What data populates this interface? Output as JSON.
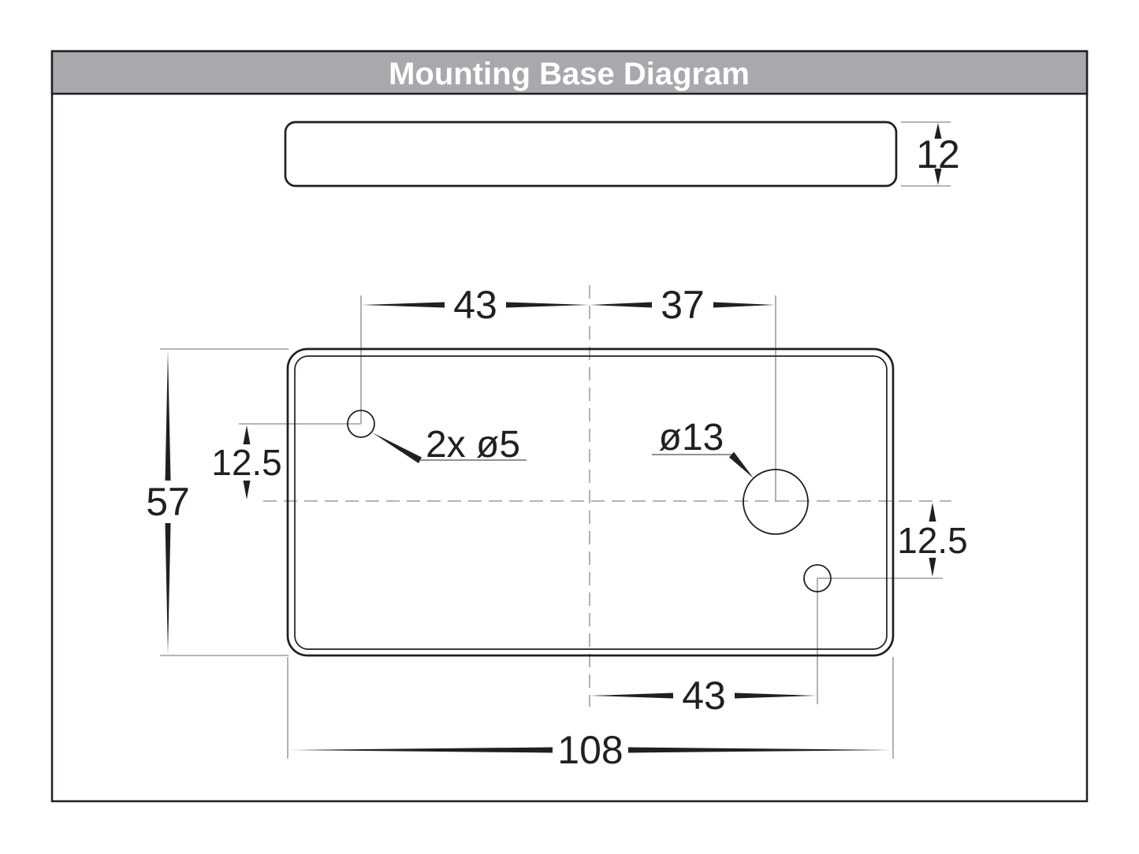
{
  "title": "Mounting Base Diagram",
  "colors": {
    "header_bg": "#a8a9ad",
    "header_text": "#ffffff",
    "line": "#231f20",
    "thin_line": "#87898c"
  },
  "side_view": {
    "thickness": "12"
  },
  "plan_view": {
    "top_spacing_left": "43",
    "top_spacing_right": "37",
    "overall_height": "57",
    "left_hole_offset": "12.5",
    "right_hole_offset": "12.5",
    "bottom_spacing": "43",
    "overall_width": "108",
    "screw_holes_callout": "2x ø5",
    "cable_hole_callout": "ø13"
  }
}
